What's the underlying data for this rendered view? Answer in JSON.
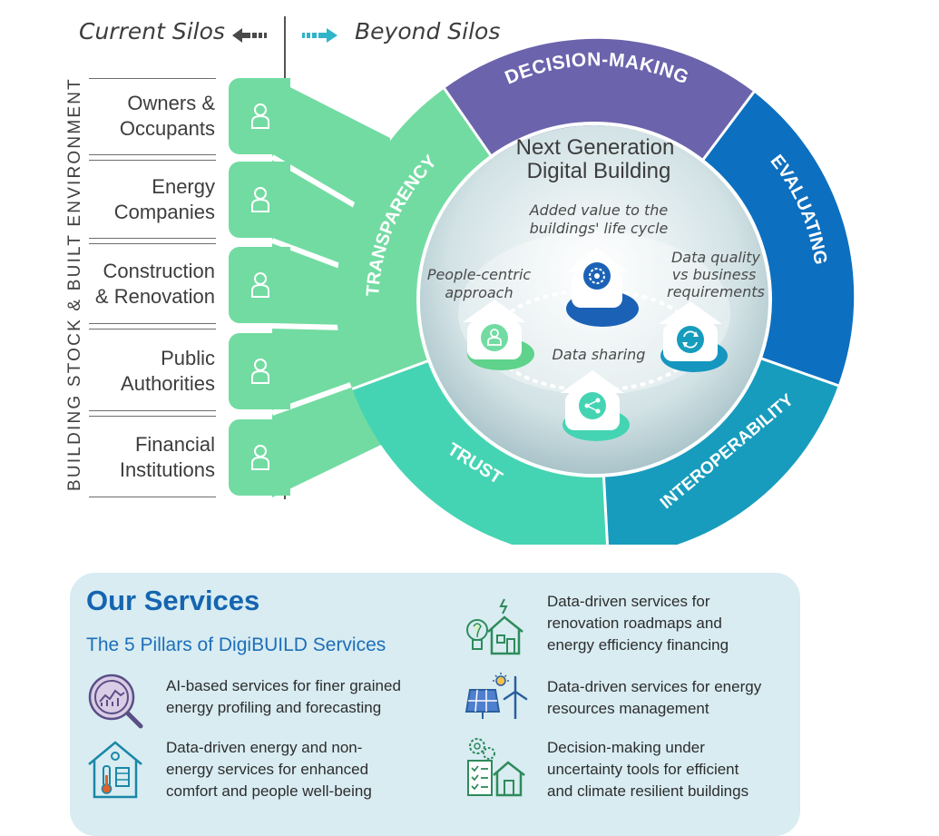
{
  "header": {
    "current": "Current Silos",
    "beyond": "Beyond Silos"
  },
  "vertical_label": "BUILDING STOCK & BUILT ENVIRONMENT",
  "stakeholders": [
    {
      "line1": "Owners &",
      "line2": "Occupants"
    },
    {
      "line1": "Energy",
      "line2": "Companies"
    },
    {
      "line1": "Construction",
      "line2": "& Renovation"
    },
    {
      "line1": "Public",
      "line2": "Authorities"
    },
    {
      "line1": "Financial",
      "line2": "Institutions"
    }
  ],
  "pillars": {
    "decision": "DECISION-MAKING",
    "evaluating": "EVALUATING",
    "interoperability": "INTEROPERABILITY",
    "trust": "TRUST",
    "transparency": "TRANSPARENCY"
  },
  "center": {
    "title_line1": "Next Generation",
    "title_line2": "Digital Building",
    "added_value_1": "Added value to the",
    "added_value_2": "buildings' life cycle",
    "people_1": "People-centric",
    "people_2": "approach",
    "quality_1": "Data quality",
    "quality_2": "vs business",
    "quality_3": "requirements",
    "sharing": "Data sharing"
  },
  "colors": {
    "green": "#72dba2",
    "purple": "#6b63ac",
    "blue": "#0d6fbf",
    "teal": "#179cbd",
    "turquoise": "#45d4b3",
    "title_blue": "#1565b0"
  },
  "services": {
    "title": "Our Services",
    "subtitle": "The 5 Pillars of DigiBUILD Services",
    "items": [
      {
        "icon": "magnifier-chart-icon",
        "lines": [
          "AI-based services for finer grained",
          "energy profiling and forecasting"
        ]
      },
      {
        "icon": "house-thermometer-icon",
        "lines": [
          "Data-driven energy and non-",
          "energy services for enhanced",
          "comfort and people well-being"
        ]
      },
      {
        "icon": "bulb-house-icon",
        "lines": [
          "Data-driven services for",
          "renovation roadmaps and",
          "energy efficiency financing"
        ]
      },
      {
        "icon": "solar-wind-icon",
        "lines": [
          "Data-driven services for energy",
          "resources management"
        ]
      },
      {
        "icon": "gears-checklist-house-icon",
        "lines": [
          "Decision-making under",
          "uncertainty tools for efficient",
          "and climate resilient buildings"
        ]
      }
    ]
  }
}
